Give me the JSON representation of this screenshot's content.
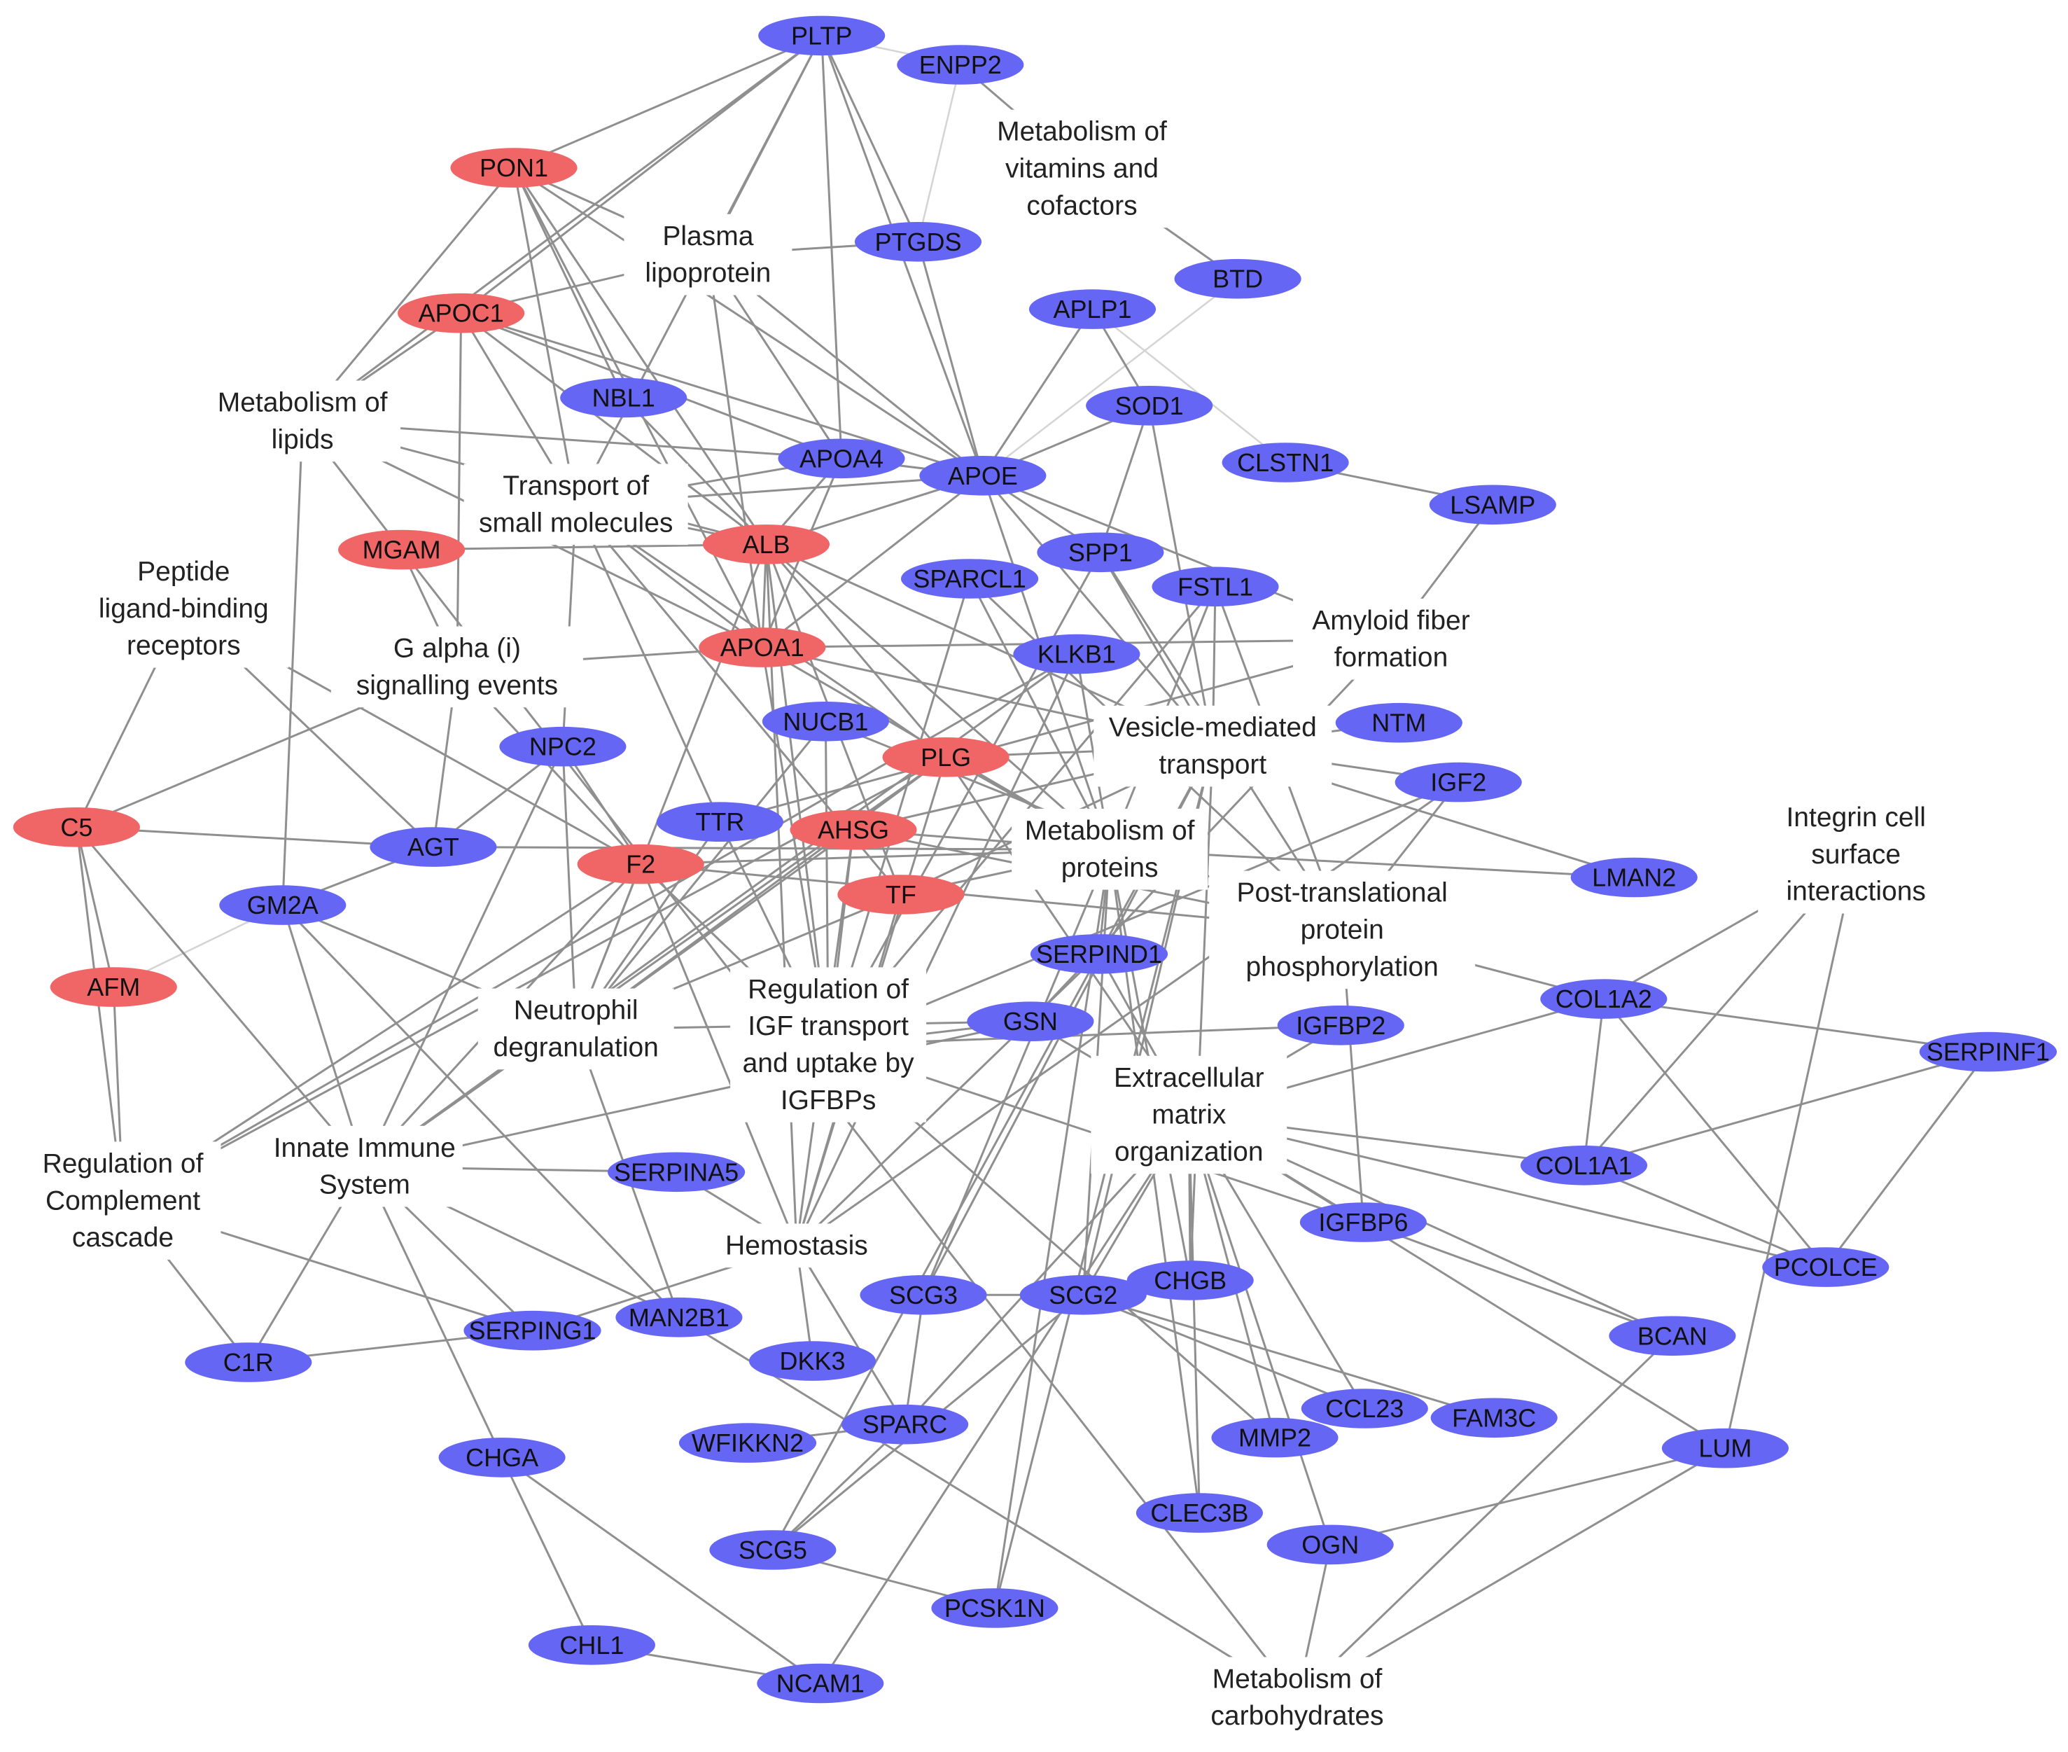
{
  "colors": {
    "up_regulated": "#f06666",
    "down_regulated": "#6666f5",
    "edge": "#8f8f8f",
    "edge_light": "#d4d4d4",
    "background": "#ffffff"
  },
  "proteins": [
    {
      "id": "PLTP",
      "label": "PLTP",
      "color": "down"
    },
    {
      "id": "ENPP2",
      "label": "ENPP2",
      "color": "down"
    },
    {
      "id": "PON1",
      "label": "PON1",
      "color": "up"
    },
    {
      "id": "PTGDS",
      "label": "PTGDS",
      "color": "down"
    },
    {
      "id": "BTD",
      "label": "BTD",
      "color": "down"
    },
    {
      "id": "APOC1",
      "label": "APOC1",
      "color": "up"
    },
    {
      "id": "APLP1",
      "label": "APLP1",
      "color": "down"
    },
    {
      "id": "NBL1",
      "label": "NBL1",
      "color": "down"
    },
    {
      "id": "SOD1",
      "label": "SOD1",
      "color": "down"
    },
    {
      "id": "APOA4",
      "label": "APOA4",
      "color": "down"
    },
    {
      "id": "APOE",
      "label": "APOE",
      "color": "down"
    },
    {
      "id": "CLSTN1",
      "label": "CLSTN1",
      "color": "down"
    },
    {
      "id": "LSAMP",
      "label": "LSAMP",
      "color": "down"
    },
    {
      "id": "MGAM",
      "label": "MGAM",
      "color": "up"
    },
    {
      "id": "ALB",
      "label": "ALB",
      "color": "up"
    },
    {
      "id": "SPP1",
      "label": "SPP1",
      "color": "down"
    },
    {
      "id": "SPARCL1",
      "label": "SPARCL1",
      "color": "down"
    },
    {
      "id": "FSTL1",
      "label": "FSTL1",
      "color": "down"
    },
    {
      "id": "APOA1",
      "label": "APOA1",
      "color": "up"
    },
    {
      "id": "KLKB1",
      "label": "KLKB1",
      "color": "down"
    },
    {
      "id": "NUCB1",
      "label": "NUCB1",
      "color": "down"
    },
    {
      "id": "NTM",
      "label": "NTM",
      "color": "down"
    },
    {
      "id": "NPC2",
      "label": "NPC2",
      "color": "down"
    },
    {
      "id": "PLG",
      "label": "PLG",
      "color": "up"
    },
    {
      "id": "IGF2",
      "label": "IGF2",
      "color": "down"
    },
    {
      "id": "C5",
      "label": "C5",
      "color": "up"
    },
    {
      "id": "TTR",
      "label": "TTR",
      "color": "down"
    },
    {
      "id": "AHSG",
      "label": "AHSG",
      "color": "up"
    },
    {
      "id": "AGT",
      "label": "AGT",
      "color": "down"
    },
    {
      "id": "F2",
      "label": "F2",
      "color": "up"
    },
    {
      "id": "LMAN2",
      "label": "LMAN2",
      "color": "down"
    },
    {
      "id": "GM2A",
      "label": "GM2A",
      "color": "down"
    },
    {
      "id": "TF",
      "label": "TF",
      "color": "up"
    },
    {
      "id": "SERPIND1",
      "label": "SERPIND1",
      "color": "down"
    },
    {
      "id": "AFM",
      "label": "AFM",
      "color": "up"
    },
    {
      "id": "COL1A2",
      "label": "COL1A2",
      "color": "down"
    },
    {
      "id": "GSN",
      "label": "GSN",
      "color": "down"
    },
    {
      "id": "IGFBP2",
      "label": "IGFBP2",
      "color": "down"
    },
    {
      "id": "SERPINF1",
      "label": "SERPINF1",
      "color": "down"
    },
    {
      "id": "COL1A1",
      "label": "COL1A1",
      "color": "down"
    },
    {
      "id": "SERPINA5",
      "label": "SERPINA5",
      "color": "down"
    },
    {
      "id": "IGFBP6",
      "label": "IGFBP6",
      "color": "down"
    },
    {
      "id": "PCOLCE",
      "label": "PCOLCE",
      "color": "down"
    },
    {
      "id": "CHGB",
      "label": "CHGB",
      "color": "down"
    },
    {
      "id": "SCG3",
      "label": "SCG3",
      "color": "down"
    },
    {
      "id": "SCG2",
      "label": "SCG2",
      "color": "down"
    },
    {
      "id": "SERPING1",
      "label": "SERPING1",
      "color": "down"
    },
    {
      "id": "MAN2B1",
      "label": "MAN2B1",
      "color": "down"
    },
    {
      "id": "BCAN",
      "label": "BCAN",
      "color": "down"
    },
    {
      "id": "C1R",
      "label": "C1R",
      "color": "down"
    },
    {
      "id": "DKK3",
      "label": "DKK3",
      "color": "down"
    },
    {
      "id": "CCL23",
      "label": "CCL23",
      "color": "down"
    },
    {
      "id": "FAM3C",
      "label": "FAM3C",
      "color": "down"
    },
    {
      "id": "WFIKKN2",
      "label": "WFIKKN2",
      "color": "down"
    },
    {
      "id": "SPARC",
      "label": "SPARC",
      "color": "down"
    },
    {
      "id": "MMP2",
      "label": "MMP2",
      "color": "down"
    },
    {
      "id": "LUM",
      "label": "LUM",
      "color": "down"
    },
    {
      "id": "CHGA",
      "label": "CHGA",
      "color": "down"
    },
    {
      "id": "CLEC3B",
      "label": "CLEC3B",
      "color": "down"
    },
    {
      "id": "OGN",
      "label": "OGN",
      "color": "down"
    },
    {
      "id": "SCG5",
      "label": "SCG5",
      "color": "down"
    },
    {
      "id": "PCSK1N",
      "label": "PCSK1N",
      "color": "down"
    },
    {
      "id": "CHL1",
      "label": "CHL1",
      "color": "down"
    },
    {
      "id": "NCAM1",
      "label": "NCAM1",
      "color": "down"
    }
  ],
  "pathways": [
    {
      "id": "vitamins",
      "lines": [
        "Metabolism of",
        "vitamins and",
        "cofactors"
      ]
    },
    {
      "id": "plasma",
      "lines": [
        "Plasma",
        "lipoprotein"
      ]
    },
    {
      "id": "lipids",
      "lines": [
        "Metabolism of",
        "lipids"
      ]
    },
    {
      "id": "transport",
      "lines": [
        "Transport of",
        "small molecules"
      ]
    },
    {
      "id": "peptide",
      "lines": [
        "Peptide",
        "ligand-binding",
        "receptors"
      ]
    },
    {
      "id": "galpha",
      "lines": [
        "G alpha (i)",
        "signalling events"
      ]
    },
    {
      "id": "amyloid",
      "lines": [
        "Amyloid fiber",
        "formation"
      ]
    },
    {
      "id": "vesicle",
      "lines": [
        "Vesicle-mediated",
        "transport"
      ]
    },
    {
      "id": "integrin",
      "lines": [
        "Integrin cell",
        "surface",
        "interactions"
      ]
    },
    {
      "id": "proteins",
      "lines": [
        "Metabolism of",
        "proteins"
      ]
    },
    {
      "id": "ptp",
      "lines": [
        "Post-translational",
        "protein",
        "phosphorylation"
      ]
    },
    {
      "id": "igf",
      "lines": [
        "Regulation of",
        "IGF transport",
        "and uptake by",
        "IGFBPs"
      ]
    },
    {
      "id": "neutrophil",
      "lines": [
        "Neutrophil",
        "degranulation"
      ]
    },
    {
      "id": "ecm",
      "lines": [
        "Extracellular",
        "matrix",
        "organization"
      ]
    },
    {
      "id": "complement",
      "lines": [
        "Regulation of",
        "Complement",
        "cascade"
      ]
    },
    {
      "id": "innate",
      "lines": [
        "Innate Immune",
        "System"
      ]
    },
    {
      "id": "hemostasis",
      "lines": [
        "Hemostasis"
      ]
    },
    {
      "id": "carbs",
      "lines": [
        "Metabolism of",
        "carbohydrates"
      ]
    }
  ],
  "edges": [
    [
      "PLTP",
      "PON1"
    ],
    [
      "PLTP",
      "APOC1"
    ],
    [
      "PLTP",
      "APOA4"
    ],
    [
      "PLTP",
      "PTGDS"
    ],
    [
      "PLTP",
      "plasma"
    ],
    [
      "PLTP",
      "lipids"
    ],
    [
      "PLTP",
      "transport"
    ],
    [
      "PLTP",
      "APOE"
    ],
    [
      "ENPP2",
      "vitamins"
    ],
    [
      "BTD",
      "vitamins"
    ],
    [
      "PON1",
      "plasma"
    ],
    [
      "PON1",
      "transport"
    ],
    [
      "PON1",
      "APOA1"
    ],
    [
      "PON1",
      "lipids"
    ],
    [
      "PON1",
      "NBL1"
    ],
    [
      "PON1",
      "APOE"
    ],
    [
      "PON1",
      "ALB"
    ],
    [
      "APOC1",
      "plasma"
    ],
    [
      "APOC1",
      "transport"
    ],
    [
      "APOC1",
      "APOA4"
    ],
    [
      "APOC1",
      "APOE"
    ],
    [
      "APOC1",
      "ALB"
    ],
    [
      "APOC1",
      "lipids"
    ],
    [
      "APOC1",
      "galpha"
    ],
    [
      "PTGDS",
      "plasma"
    ],
    [
      "PTGDS",
      "APOE"
    ],
    [
      "APLP1",
      "APOE"
    ],
    [
      "APLP1",
      "SOD1"
    ],
    [
      "SOD1",
      "APOE"
    ],
    [
      "SOD1",
      "SPP1"
    ],
    [
      "SOD1",
      "vesicle"
    ],
    [
      "NBL1",
      "ALB"
    ],
    [
      "APOA4",
      "plasma"
    ],
    [
      "APOA4",
      "transport"
    ],
    [
      "APOA4",
      "lipids"
    ],
    [
      "APOA4",
      "ALB"
    ],
    [
      "APOA4",
      "APOE"
    ],
    [
      "APOA4",
      "APOA1"
    ],
    [
      "APOE",
      "plasma"
    ],
    [
      "APOE",
      "transport"
    ],
    [
      "APOE",
      "ALB"
    ],
    [
      "APOE",
      "APOA1"
    ],
    [
      "APOE",
      "SPP1"
    ],
    [
      "APOE",
      "vesicle"
    ],
    [
      "APOE",
      "proteins"
    ],
    [
      "APOE",
      "amyloid"
    ],
    [
      "CLSTN1",
      "LSAMP"
    ],
    [
      "LSAMP",
      "amyloid"
    ],
    [
      "MGAM",
      "ALB"
    ],
    [
      "MGAM",
      "galpha"
    ],
    [
      "MGAM",
      "carbs"
    ],
    [
      "MGAM",
      "lipids"
    ],
    [
      "ALB",
      "transport"
    ],
    [
      "ALB",
      "APOA1"
    ],
    [
      "ALB",
      "vesicle"
    ],
    [
      "ALB",
      "proteins"
    ],
    [
      "ALB",
      "hemostasis"
    ],
    [
      "ALB",
      "igf"
    ],
    [
      "ALB",
      "neutrophil"
    ],
    [
      "ALB",
      "TF"
    ],
    [
      "ALB",
      "PLG"
    ],
    [
      "ALB",
      "lipids"
    ],
    [
      "SPP1",
      "ptp"
    ],
    [
      "SPP1",
      "igf"
    ],
    [
      "SPP1",
      "vesicle"
    ],
    [
      "SPARCL1",
      "igf"
    ],
    [
      "SPARCL1",
      "proteins"
    ],
    [
      "SPARCL1",
      "ptp"
    ],
    [
      "FSTL1",
      "ptp"
    ],
    [
      "FSTL1",
      "proteins"
    ],
    [
      "FSTL1",
      "igf"
    ],
    [
      "FSTL1",
      "vesicle"
    ],
    [
      "APOA1",
      "transport"
    ],
    [
      "APOA1",
      "vesicle"
    ],
    [
      "APOA1",
      "proteins"
    ],
    [
      "APOA1",
      "plasma"
    ],
    [
      "APOA1",
      "igf"
    ],
    [
      "APOA1",
      "amyloid"
    ],
    [
      "APOA1",
      "lipids"
    ],
    [
      "APOA1",
      "galpha"
    ],
    [
      "KLKB1",
      "hemostasis"
    ],
    [
      "KLKB1",
      "proteins"
    ],
    [
      "KLKB1",
      "innate"
    ],
    [
      "KLKB1",
      "complement"
    ],
    [
      "NUCB1",
      "igf"
    ],
    [
      "NUCB1",
      "ptp"
    ],
    [
      "NUCB1",
      "neutrophil"
    ],
    [
      "NTM",
      "vesicle"
    ],
    [
      "NPC2",
      "neutrophil"
    ],
    [
      "NPC2",
      "transport"
    ],
    [
      "NPC2",
      "innate"
    ],
    [
      "NPC2",
      "F2"
    ],
    [
      "NPC2",
      "AGT"
    ],
    [
      "PLG",
      "hemostasis"
    ],
    [
      "PLG",
      "proteins"
    ],
    [
      "PLG",
      "ecm"
    ],
    [
      "PLG",
      "vesicle"
    ],
    [
      "PLG",
      "neutrophil"
    ],
    [
      "PLG",
      "innate"
    ],
    [
      "PLG",
      "complement"
    ],
    [
      "PLG",
      "transport"
    ],
    [
      "IGF2",
      "igf"
    ],
    [
      "IGF2",
      "ptp"
    ],
    [
      "IGF2",
      "vesicle"
    ],
    [
      "IGF2",
      "hemostasis"
    ],
    [
      "C5",
      "peptide"
    ],
    [
      "C5",
      "galpha"
    ],
    [
      "C5",
      "AGT"
    ],
    [
      "C5",
      "AFM"
    ],
    [
      "C5",
      "innate"
    ],
    [
      "C5",
      "complement"
    ],
    [
      "TTR",
      "transport"
    ],
    [
      "TTR",
      "amyloid"
    ],
    [
      "TTR",
      "igf"
    ],
    [
      "TTR",
      "neutrophil"
    ],
    [
      "AHSG",
      "vesicle"
    ],
    [
      "AHSG",
      "igf"
    ],
    [
      "AHSG",
      "proteins"
    ],
    [
      "AHSG",
      "ptp"
    ],
    [
      "AHSG",
      "hemostasis"
    ],
    [
      "AHSG",
      "neutrophil"
    ],
    [
      "AGT",
      "peptide"
    ],
    [
      "AGT",
      "galpha"
    ],
    [
      "AGT",
      "GM2A"
    ],
    [
      "AGT",
      "proteins"
    ],
    [
      "F2",
      "peptide"
    ],
    [
      "F2",
      "galpha"
    ],
    [
      "F2",
      "hemostasis"
    ],
    [
      "F2",
      "innate"
    ],
    [
      "F2",
      "ptp"
    ],
    [
      "F2",
      "igf"
    ],
    [
      "F2",
      "neutrophil"
    ],
    [
      "F2",
      "proteins"
    ],
    [
      "F2",
      "complement"
    ],
    [
      "LMAN2",
      "vesicle"
    ],
    [
      "LMAN2",
      "proteins"
    ],
    [
      "GM2A",
      "neutrophil"
    ],
    [
      "GM2A",
      "innate"
    ],
    [
      "GM2A",
      "lipids"
    ],
    [
      "GM2A",
      "MAN2B1"
    ],
    [
      "TF",
      "vesicle"
    ],
    [
      "TF",
      "transport"
    ],
    [
      "TF",
      "hemostasis"
    ],
    [
      "TF",
      "proteins"
    ],
    [
      "TF",
      "neutrophil"
    ],
    [
      "SERPIND1",
      "hemostasis"
    ],
    [
      "SERPIND1",
      "proteins"
    ],
    [
      "SERPIND1",
      "ecm"
    ],
    [
      "AFM",
      "complement"
    ],
    [
      "COL1A2",
      "integrin"
    ],
    [
      "COL1A2",
      "ecm"
    ],
    [
      "COL1A2",
      "ptp"
    ],
    [
      "COL1A2",
      "COL1A1"
    ],
    [
      "COL1A2",
      "PCOLCE"
    ],
    [
      "COL1A2",
      "SERPINF1"
    ],
    [
      "GSN",
      "neutrophil"
    ],
    [
      "GSN",
      "amyloid"
    ],
    [
      "GSN",
      "igf"
    ],
    [
      "GSN",
      "innate"
    ],
    [
      "GSN",
      "ecm"
    ],
    [
      "IGFBP2",
      "igf"
    ],
    [
      "IGFBP2",
      "ecm"
    ],
    [
      "SERPINF1",
      "COL1A1"
    ],
    [
      "SERPINF1",
      "PCOLCE"
    ],
    [
      "COL1A1",
      "integrin"
    ],
    [
      "COL1A1",
      "ecm"
    ],
    [
      "COL1A1",
      "PCOLCE"
    ],
    [
      "SERPINA5",
      "hemostasis"
    ],
    [
      "SERPINA5",
      "innate"
    ],
    [
      "IGFBP6",
      "igf"
    ],
    [
      "IGFBP6",
      "ecm"
    ],
    [
      "IGFBP6",
      "ptp"
    ],
    [
      "IGFBP6",
      "BCAN"
    ],
    [
      "PCOLCE",
      "ecm"
    ],
    [
      "CHGB",
      "vesicle"
    ],
    [
      "CHGB",
      "proteins"
    ],
    [
      "CHGB",
      "ecm"
    ],
    [
      "SCG3",
      "vesicle"
    ],
    [
      "SCG3",
      "proteins"
    ],
    [
      "SCG3",
      "SCG2"
    ],
    [
      "SCG3",
      "SPARC"
    ],
    [
      "SCG2",
      "proteins"
    ],
    [
      "SCG2",
      "vesicle"
    ],
    [
      "SCG2",
      "CHGB"
    ],
    [
      "SCG2",
      "ecm"
    ],
    [
      "SCG2",
      "CCL23"
    ],
    [
      "SCG2",
      "SCG5"
    ],
    [
      "SCG2",
      "FAM3C"
    ],
    [
      "SERPING1",
      "innate"
    ],
    [
      "SERPING1",
      "complement"
    ],
    [
      "SERPING1",
      "C1R"
    ],
    [
      "SERPING1",
      "hemostasis"
    ],
    [
      "MAN2B1",
      "innate"
    ],
    [
      "MAN2B1",
      "neutrophil"
    ],
    [
      "MAN2B1",
      "carbs"
    ],
    [
      "BCAN",
      "ecm"
    ],
    [
      "BCAN",
      "carbs"
    ],
    [
      "C1R",
      "innate"
    ],
    [
      "C1R",
      "complement"
    ],
    [
      "DKK3",
      "hemostasis"
    ],
    [
      "CCL23",
      "ecm"
    ],
    [
      "SPARC",
      "hemostasis"
    ],
    [
      "SPARC",
      "ecm"
    ],
    [
      "SPARC",
      "SCG5"
    ],
    [
      "SPARC",
      "WFIKKN2"
    ],
    [
      "MMP2",
      "ecm"
    ],
    [
      "MMP2",
      "igf"
    ],
    [
      "LUM",
      "integrin"
    ],
    [
      "LUM",
      "ecm"
    ],
    [
      "LUM",
      "carbs"
    ],
    [
      "LUM",
      "OGN"
    ],
    [
      "CHGA",
      "innate"
    ],
    [
      "CHGA",
      "NCAM1"
    ],
    [
      "CLEC3B",
      "ecm"
    ],
    [
      "CLEC3B",
      "proteins"
    ],
    [
      "OGN",
      "carbs"
    ],
    [
      "OGN",
      "ecm"
    ],
    [
      "SCG5",
      "PCSK1N"
    ],
    [
      "SCG5",
      "vesicle"
    ],
    [
      "PCSK1N",
      "vesicle"
    ],
    [
      "PCSK1N",
      "proteins"
    ],
    [
      "NCAM1",
      "ecm"
    ],
    [
      "NCAM1",
      "CHL1"
    ],
    [
      "CHL1",
      "CHGA"
    ]
  ],
  "edges_light": [
    [
      "ENPP2",
      "PTGDS"
    ],
    [
      "BTD",
      "APOE"
    ],
    [
      "CLSTN1",
      "LSAMP"
    ],
    [
      "SERPINF1",
      "PCOLCE"
    ],
    [
      "GM2A",
      "AFM"
    ],
    [
      "CHL1",
      "NCAM1"
    ],
    [
      "WFIKKN2",
      "SPARC"
    ],
    [
      "ENPP2",
      "PLTP"
    ],
    [
      "APLP1",
      "CLSTN1"
    ]
  ]
}
